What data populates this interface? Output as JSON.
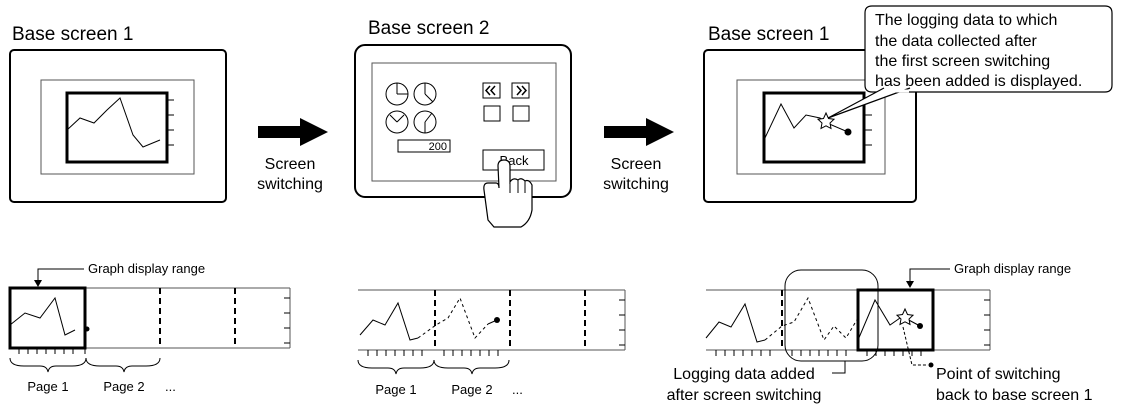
{
  "screens": {
    "screen1_title": "Base screen 1",
    "screen2_title": "Base screen 2",
    "screen3_title": "Base screen 1"
  },
  "transition": {
    "label_line1": "Screen",
    "label_line2": "switching"
  },
  "screen2": {
    "numeric_value": "200",
    "back_label": "Back"
  },
  "callout": {
    "lines": [
      "The logging data to which",
      "the data collected after",
      "the first screen switching",
      "has been added is displayed."
    ]
  },
  "timeline": {
    "graph_display_range": "Graph display range",
    "page1": "Page 1",
    "page2": "Page 2",
    "ellipsis": "...",
    "logging_added_line1": "Logging data added",
    "logging_added_line2": "after screen switching",
    "switch_point_line1": "Point of switching",
    "switch_point_line2": "back to base screen 1"
  }
}
